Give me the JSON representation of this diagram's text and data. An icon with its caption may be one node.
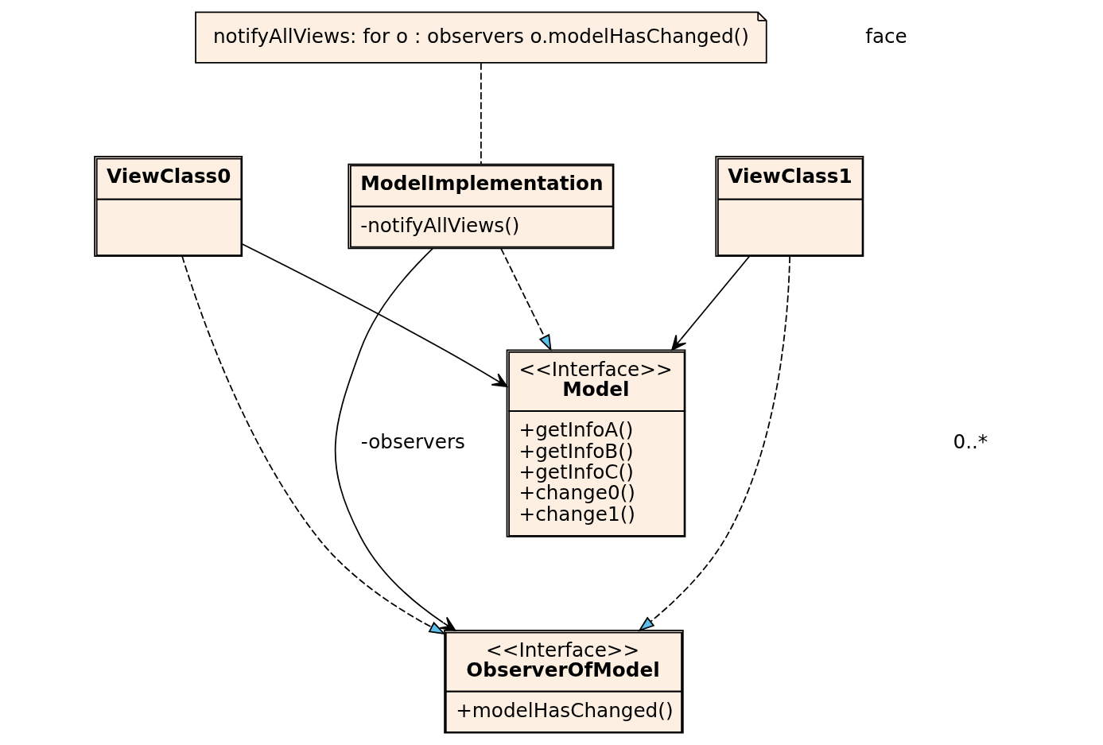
{
  "diagram": {
    "nodes": [
      {
        "text": [
          "notifyAllViews: for o : observers o.modelHasChanged()"
        ]
      },
      {
        "text": [
          "ViewClass0"
        ]
      },
      {
        "text": [
          "ModelImplementation",
          "-notifyAllViews()"
        ]
      },
      {
        "text": [
          "ViewClass1"
        ]
      },
      {
        "text": [
          "<<Interface>>",
          "Model",
          "+getInfoA()",
          "+getInfoB()",
          "+getInfoC()",
          "+change0()",
          "+change1()"
        ]
      },
      {
        "text": [
          "<<Interface>>",
          "ObserverOfModel",
          "+modelHasChanged()"
        ]
      }
    ],
    "edges": [
      {
        "from": 0,
        "to": 2,
        "arrow": "none",
        "style": "dashed"
      },
      {
        "from": 1,
        "to": 4,
        "arrow": "to"
      },
      {
        "from": 3,
        "to": 4,
        "arrow": "to"
      },
      {
        "from": 2,
        "to": 4,
        "arrow": "to",
        "style": "dashed"
      },
      {
        "from": 2,
        "to": 5,
        "arrow": "to",
        "label": "-observers"
      },
      {
        "from": 1,
        "to": 5,
        "arrow": "to",
        "style": "dashed"
      },
      {
        "from": 3,
        "to": 5,
        "arrow": "to",
        "style": "dashed"
      }
    ],
    "labels": [
      "face",
      "0..*"
    ]
  }
}
